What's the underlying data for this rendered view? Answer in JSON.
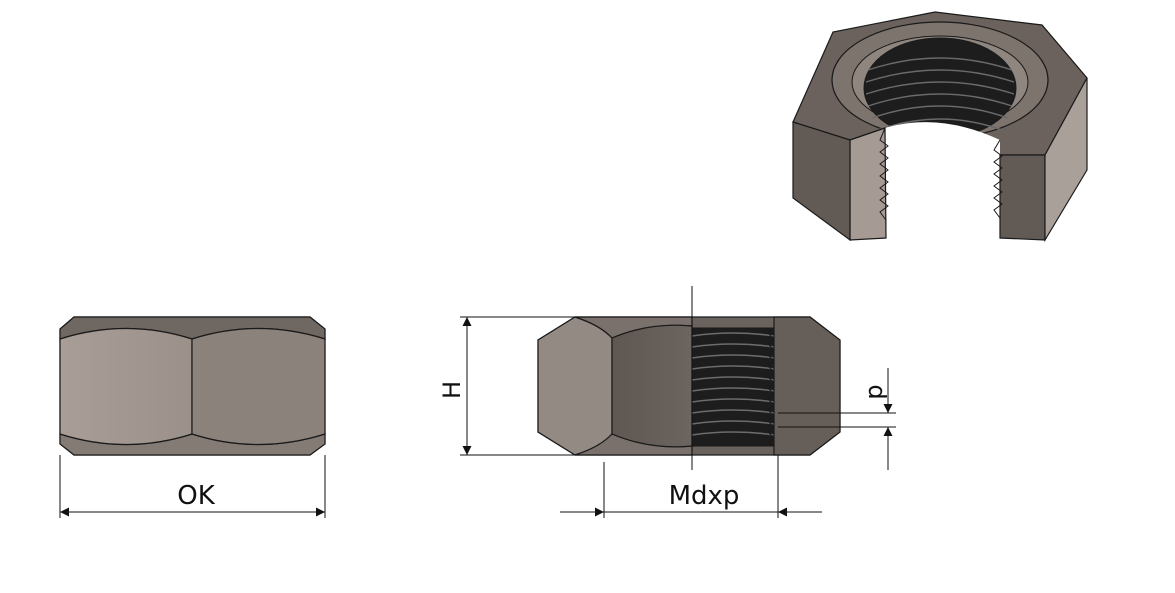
{
  "labels": {
    "width_across_flats": "OK",
    "height": "H",
    "thread_size": "Mdxp",
    "pitch": "p"
  },
  "colors": {
    "outline": "#1a1a1a",
    "face_light": "#a49a93",
    "face_mid": "#8a807a",
    "face_dark": "#655d58",
    "chamfer": "#7a716c",
    "thread": "#1d1d1d",
    "dimension_line": "#111111"
  },
  "icons": {
    "front_view": "hex-nut-front-view",
    "section_view": "hex-nut-half-section-view",
    "iso_view": "hex-nut-isometric-cutaway-view"
  }
}
